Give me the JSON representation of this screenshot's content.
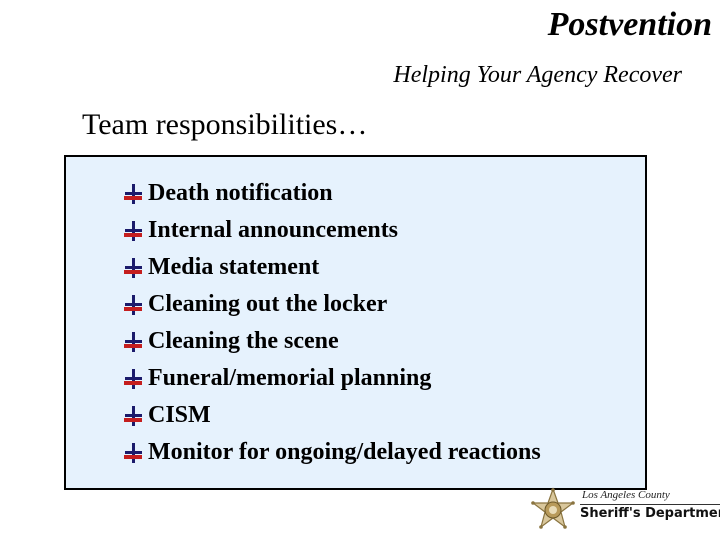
{
  "slide": {
    "title": "Postvention",
    "subtitle": "Helping Your Agency Recover",
    "heading": "Team responsibilities…",
    "items": [
      "Death notification",
      "Internal announcements",
      "Media statement",
      "Cleaning out the locker",
      "Cleaning the scene",
      "Funeral/memorial planning",
      "CISM",
      "Monitor for ongoing/delayed reactions"
    ]
  },
  "logo": {
    "county": "Los Angeles County",
    "department": "Sheriff's Department"
  },
  "colors": {
    "box_background": "#e6f2fd",
    "bullet_dark": "#1b1b6b",
    "bullet_red": "#c41e1e",
    "badge_gold": "#b89a5a"
  },
  "icons": {
    "bullet": "ornament-bullet-icon",
    "logo": "sheriff-star-badge-icon"
  }
}
